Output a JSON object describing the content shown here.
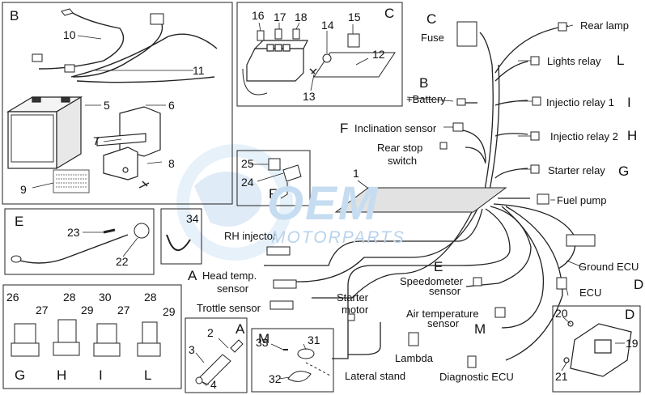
{
  "watermark": {
    "logo": "OEM",
    "text": "MOTORPARTS"
  },
  "group_letters": {
    "b": "B",
    "c": "C",
    "e": "E",
    "f": "F",
    "a": "A",
    "m": "M",
    "d": "D",
    "g": "G",
    "h": "H",
    "i": "I",
    "l": "L"
  },
  "part_numbers": {
    "n1": "1",
    "n2": "2",
    "n3": "3",
    "n4": "4",
    "n5": "5",
    "n6": "6",
    "n7": "7",
    "n8": "8",
    "n9": "9",
    "n10": "10",
    "n11": "11",
    "n12": "12",
    "n13": "13",
    "n14": "14",
    "n15": "15",
    "n16": "16",
    "n17": "17",
    "n18": "18",
    "n19": "19",
    "n20": "20",
    "n21": "21",
    "n22": "22",
    "n23": "23",
    "n24": "24",
    "n25": "25",
    "n26": "26",
    "n27a": "27",
    "n28a": "28",
    "n29a": "29",
    "n30": "30",
    "n27b": "27",
    "n28b": "28",
    "n29b": "29",
    "n31": "31",
    "n32": "32",
    "n33": "33",
    "n34": "34"
  },
  "callouts": {
    "fuse_letter": "C",
    "fuse": "Fuse",
    "rear_lamp": "Rear lamp",
    "lights_relay": "Lights relay",
    "lights_relay_letter": "L",
    "battery_letter": "B",
    "battery": "+Battery",
    "injectio_relay_1": "Injectio relay 1",
    "injectio_relay_1_letter": "I",
    "inclination_letter": "F",
    "inclination_sensor": "Inclination sensor",
    "injectio_relay_2": "Injectio relay 2",
    "injectio_relay_2_letter": "H",
    "rear_stop_switch_line1": "Rear stop",
    "rear_stop_switch_line2": "switch",
    "starter_relay": "Starter relay",
    "starter_relay_letter": "G",
    "fuel_pump": "Fuel pump",
    "rh_injector": "RH injector",
    "head_temp_letter": "A",
    "head_temp_line1": "Head temp.",
    "head_temp_line2": "sensor",
    "trottle_sensor": "Trottle sensor",
    "speedometer_letter": "E",
    "speedometer_line1": "Speedometer",
    "speedometer_line2": "sensor",
    "ground_ecu": "Ground ECU",
    "ecu": "ECU",
    "ecu_letter": "D",
    "starter_motor_line1": "Starter",
    "starter_motor_line2": "motor",
    "air_temp_line1": "Air temperature",
    "air_temp_line2": "sensor",
    "air_temp_letter": "M",
    "lambda": "Lambda",
    "lateral_stand": "Lateral stand",
    "diagnostic_ecu": "Diagnostic ECU"
  }
}
